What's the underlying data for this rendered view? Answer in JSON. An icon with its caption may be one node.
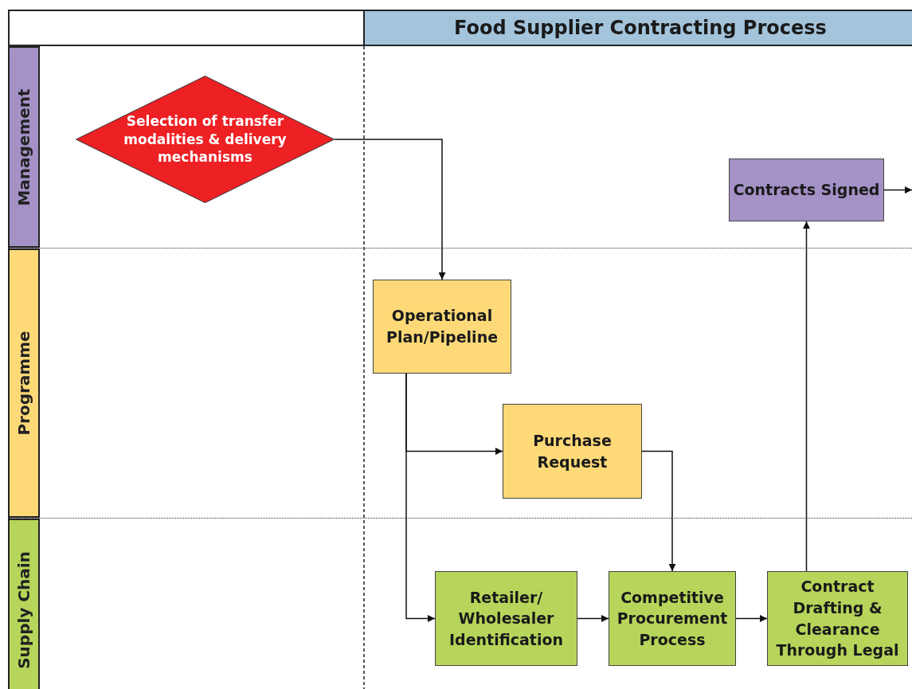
{
  "diagram": {
    "title": "Food Supplier Contracting Process",
    "nodes": [
      {
        "text": [
          "Management"
        ]
      },
      {
        "text": [
          "Programme"
        ]
      },
      {
        "text": [
          "Supply Chain"
        ]
      },
      {
        "text": [
          "Selection of transfer modalities & delivery mechanisms"
        ],
        "in": 0
      },
      {
        "text": [
          "Contracts Signed"
        ],
        "in": 0
      },
      {
        "text": [
          "Operational Plan/Pipeline"
        ],
        "in": 1
      },
      {
        "text": [
          "Purchase Request"
        ],
        "in": 1
      },
      {
        "text": [
          "Retailer/ Wholesaler Identification"
        ],
        "in": 2
      },
      {
        "text": [
          "Competitive Procurement Process"
        ],
        "in": 2
      },
      {
        "text": [
          "Contract Drafting & Clearance Through Legal"
        ],
        "in": 2
      }
    ],
    "edges": [
      {
        "from": 3,
        "to": 5,
        "arrow": "to"
      },
      {
        "from": 5,
        "to": 6,
        "arrow": "to"
      },
      {
        "from": 5,
        "to": 7,
        "arrow": "to"
      },
      {
        "from": 6,
        "to": 8,
        "arrow": "to"
      },
      {
        "from": 7,
        "to": 8,
        "arrow": "to"
      },
      {
        "from": 8,
        "to": 9,
        "arrow": "to"
      },
      {
        "from": 9,
        "to": 4,
        "arrow": "to"
      },
      {
        "from": 4,
        "to": null,
        "arrow": "to"
      }
    ]
  }
}
